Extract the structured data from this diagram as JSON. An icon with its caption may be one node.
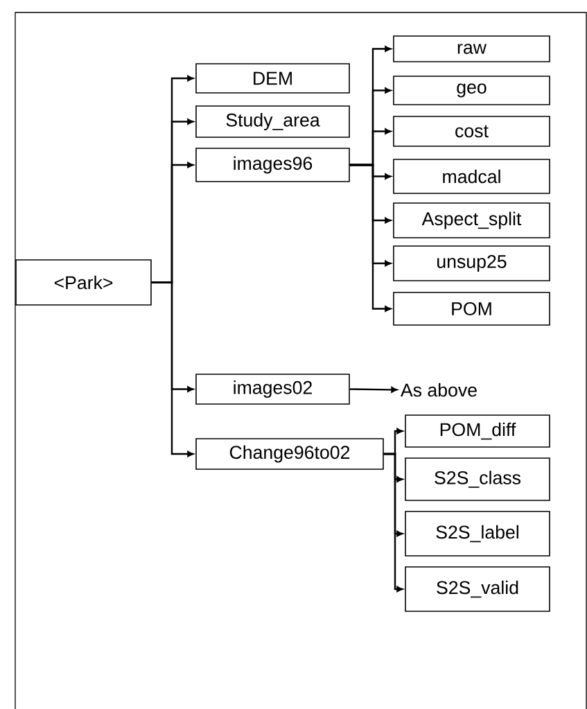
{
  "diagram": {
    "nodes": [
      {
        "text": [
          "<Park>"
        ]
      },
      {
        "text": [
          "DEM"
        ]
      },
      {
        "text": [
          "Study_area"
        ]
      },
      {
        "text": [
          "images96"
        ]
      },
      {
        "text": [
          "images02"
        ]
      },
      {
        "text": [
          "Change96to02"
        ]
      },
      {
        "text": [
          "raw"
        ]
      },
      {
        "text": [
          "geo"
        ]
      },
      {
        "text": [
          "cost"
        ]
      },
      {
        "text": [
          "madcal"
        ]
      },
      {
        "text": [
          "Aspect_split"
        ]
      },
      {
        "text": [
          "unsup25"
        ]
      },
      {
        "text": [
          "POM"
        ]
      },
      {
        "text": [
          "As above"
        ]
      },
      {
        "text": [
          "POM_diff"
        ]
      },
      {
        "text": [
          "S2S_class"
        ]
      },
      {
        "text": [
          "S2S_label"
        ]
      },
      {
        "text": [
          "S2S_valid"
        ]
      }
    ],
    "edges": [
      {
        "from": 0,
        "to": 1,
        "arrow": "to"
      },
      {
        "from": 0,
        "to": 2,
        "arrow": "to"
      },
      {
        "from": 0,
        "to": 3,
        "arrow": "to"
      },
      {
        "from": 0,
        "to": 4,
        "arrow": "to"
      },
      {
        "from": 0,
        "to": 5,
        "arrow": "to"
      },
      {
        "from": 3,
        "to": 6,
        "arrow": "to"
      },
      {
        "from": 3,
        "to": 7,
        "arrow": "to"
      },
      {
        "from": 3,
        "to": 8,
        "arrow": "to"
      },
      {
        "from": 3,
        "to": 9,
        "arrow": "to"
      },
      {
        "from": 3,
        "to": 10,
        "arrow": "to"
      },
      {
        "from": 3,
        "to": 11,
        "arrow": "to"
      },
      {
        "from": 3,
        "to": 12,
        "arrow": "to"
      },
      {
        "from": 4,
        "to": 13,
        "arrow": "to"
      },
      {
        "from": 5,
        "to": 14,
        "arrow": "to"
      },
      {
        "from": 5,
        "to": 15,
        "arrow": "to"
      },
      {
        "from": 5,
        "to": 16,
        "arrow": "to"
      },
      {
        "from": 5,
        "to": 17,
        "arrow": "to"
      }
    ]
  }
}
